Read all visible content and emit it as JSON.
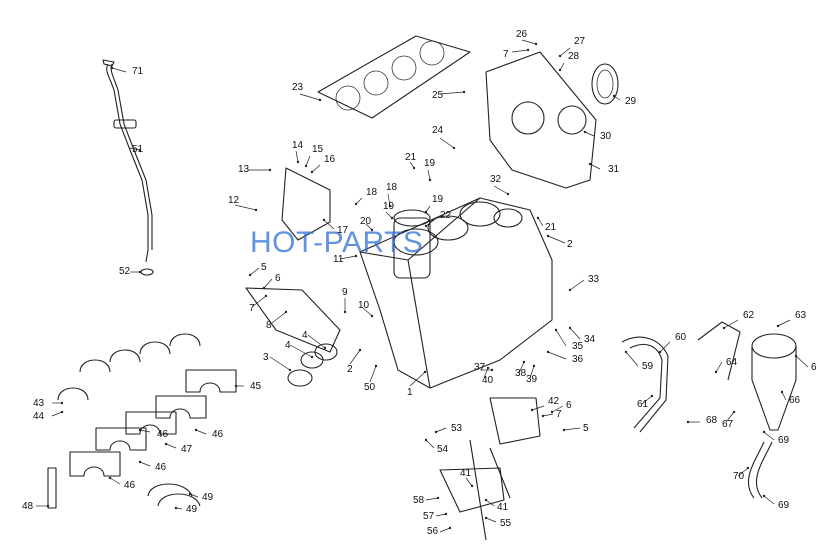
{
  "watermark": "HOT-PARTS",
  "colors": {
    "line": "#222222",
    "watermark": "#2d6fd6",
    "background": "#ffffff"
  },
  "callouts": [
    "1",
    "2",
    "2",
    "3",
    "4",
    "4",
    "5",
    "5",
    "6",
    "6",
    "6",
    "7",
    "7",
    "7",
    "8",
    "9",
    "10",
    "11",
    "12",
    "13",
    "14",
    "15",
    "16",
    "17",
    "18",
    "18",
    "19",
    "19",
    "19",
    "20",
    "21",
    "21",
    "22",
    "23",
    "24",
    "25",
    "26",
    "27",
    "28",
    "29",
    "30",
    "31",
    "32",
    "33",
    "34",
    "35",
    "36",
    "37",
    "38",
    "39",
    "40",
    "41",
    "41",
    "42",
    "43",
    "44",
    "45",
    "46",
    "46",
    "46",
    "46",
    "47",
    "48",
    "49",
    "49",
    "50",
    "51",
    "52",
    "53",
    "54",
    "55",
    "56",
    "57",
    "58",
    "59",
    "60",
    "61",
    "62",
    "63",
    "64",
    "66",
    "67",
    "68",
    "69",
    "69",
    "70",
    "71"
  ]
}
